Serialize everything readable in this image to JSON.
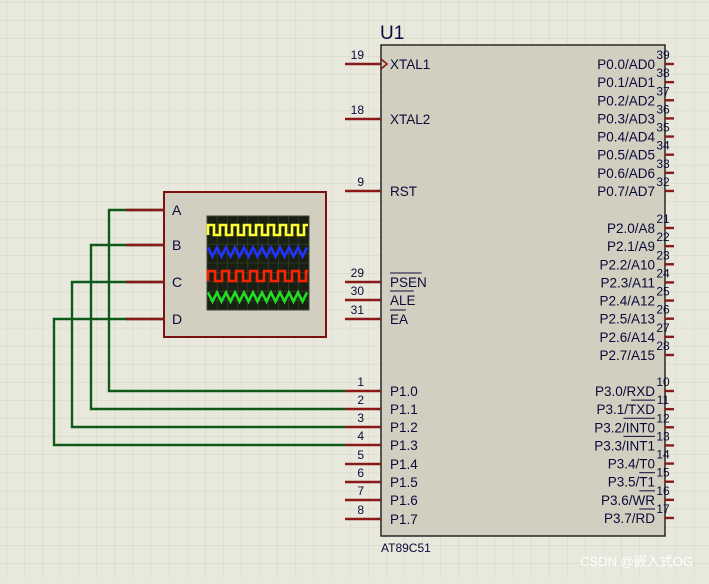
{
  "chip": {
    "ref": "U1",
    "part": "AT89C51",
    "left_pins": [
      {
        "num": "19",
        "label": "XTAL1",
        "overbar": ""
      },
      {
        "num": "18",
        "label": "XTAL2",
        "overbar": ""
      },
      {
        "num": "9",
        "label": "RST",
        "overbar": ""
      },
      {
        "num": "29",
        "label": "PSEN",
        "overbar": "PSEN"
      },
      {
        "num": "30",
        "label": "ALE",
        "overbar": "ALE"
      },
      {
        "num": "31",
        "label": "EA",
        "overbar": "EA"
      },
      {
        "num": "1",
        "label": "P1.0",
        "overbar": ""
      },
      {
        "num": "2",
        "label": "P1.1",
        "overbar": ""
      },
      {
        "num": "3",
        "label": "P1.2",
        "overbar": ""
      },
      {
        "num": "4",
        "label": "P1.3",
        "overbar": ""
      },
      {
        "num": "5",
        "label": "P1.4",
        "overbar": ""
      },
      {
        "num": "6",
        "label": "P1.5",
        "overbar": ""
      },
      {
        "num": "7",
        "label": "P1.6",
        "overbar": ""
      },
      {
        "num": "8",
        "label": "P1.7",
        "overbar": ""
      }
    ],
    "right_pins": [
      {
        "num": "39",
        "label": "P0.0/AD0",
        "overbar": ""
      },
      {
        "num": "38",
        "label": "P0.1/AD1",
        "overbar": ""
      },
      {
        "num": "37",
        "label": "P0.2/AD2",
        "overbar": ""
      },
      {
        "num": "36",
        "label": "P0.3/AD3",
        "overbar": ""
      },
      {
        "num": "35",
        "label": "P0.4/AD4",
        "overbar": ""
      },
      {
        "num": "34",
        "label": "P0.5/AD5",
        "overbar": ""
      },
      {
        "num": "33",
        "label": "P0.6/AD6",
        "overbar": ""
      },
      {
        "num": "32",
        "label": "P0.7/AD7",
        "overbar": ""
      },
      {
        "num": "21",
        "label": "P2.0/A8",
        "overbar": ""
      },
      {
        "num": "22",
        "label": "P2.1/A9",
        "overbar": ""
      },
      {
        "num": "23",
        "label": "P2.2/A10",
        "overbar": ""
      },
      {
        "num": "24",
        "label": "P2.3/A11",
        "overbar": ""
      },
      {
        "num": "25",
        "label": "P2.4/A12",
        "overbar": ""
      },
      {
        "num": "26",
        "label": "P2.5/A13",
        "overbar": ""
      },
      {
        "num": "27",
        "label": "P2.6/A14",
        "overbar": ""
      },
      {
        "num": "28",
        "label": "P2.7/A15",
        "overbar": ""
      },
      {
        "num": "10",
        "label": "P3.0/RXD",
        "overbar": ""
      },
      {
        "num": "11",
        "label": "P3.1/TXD",
        "overbar": "TXD"
      },
      {
        "num": "12",
        "label": "P3.2/INT0",
        "overbar": "INT0"
      },
      {
        "num": "13",
        "label": "P3.3/INT1",
        "overbar": "INT1"
      },
      {
        "num": "14",
        "label": "P3.4/T0",
        "overbar": ""
      },
      {
        "num": "15",
        "label": "P3.5/T1",
        "overbar": "T1"
      },
      {
        "num": "16",
        "label": "P3.6/WR",
        "overbar": "WR"
      },
      {
        "num": "17",
        "label": "P3.7/RD",
        "overbar": "RD"
      }
    ]
  },
  "scope": {
    "channels": [
      "A",
      "B",
      "C",
      "D"
    ],
    "trace_colors": [
      "#ffff33",
      "#2233ff",
      "#ff2200",
      "#22dd22"
    ]
  },
  "colors": {
    "background": "#e8e8dc",
    "grid": "#d4d4c6",
    "body_fill": "#d2cec0",
    "outline": "#7a1010",
    "pin": "#8a1a1a",
    "wire": "#0d5a1a",
    "text": "#0a0a3a"
  },
  "watermark": "CSDN @嵌入式OG"
}
